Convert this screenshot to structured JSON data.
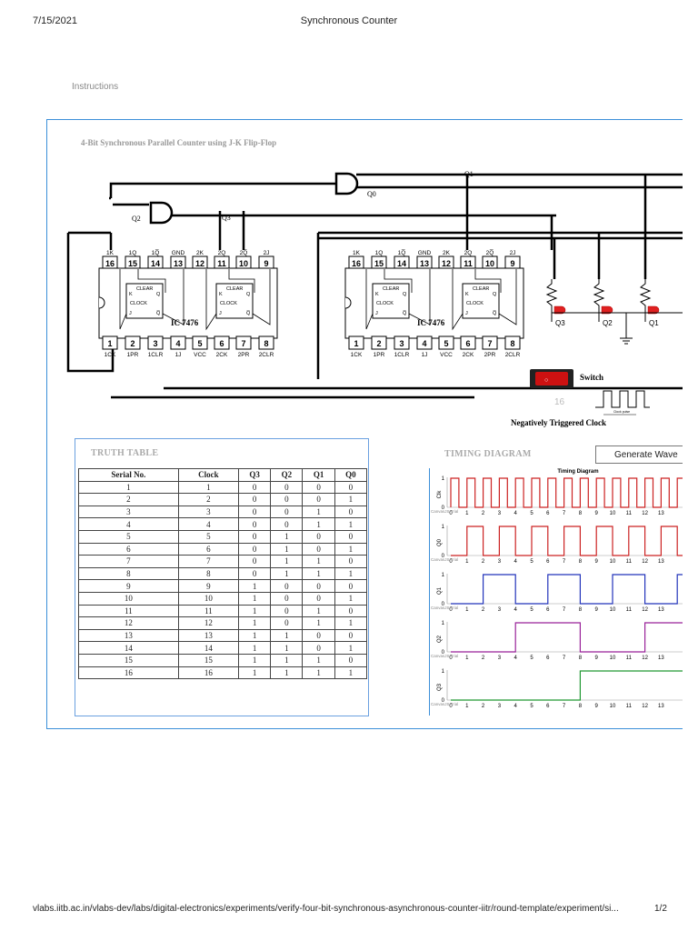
{
  "header": {
    "date": "7/15/2021",
    "title": "Synchronous Counter"
  },
  "instructions_link": "Instructions",
  "circuit": {
    "title": "4-Bit Synchronous Parallel Counter using J-K Flip-Flop",
    "ic_label": "IC 7476",
    "top_pins": [
      "16",
      "15",
      "14",
      "13",
      "12",
      "11",
      "10",
      "9"
    ],
    "top_pin_names": [
      "1K",
      "1Q",
      "1Q̅",
      "GND",
      "2K",
      "2Q",
      "2Q̅",
      "2J"
    ],
    "bottom_pins": [
      "1",
      "2",
      "3",
      "4",
      "5",
      "6",
      "7",
      "8"
    ],
    "bottom_pin_names": [
      "1CK",
      "1PR",
      "1CLR",
      "1J",
      "VCC",
      "2CK",
      "2PR",
      "2CLR"
    ],
    "ff_labels": {
      "clear": "CLEAR",
      "clock": "CLOCK",
      "j": "J",
      "k": "K",
      "q": "Q",
      "qbar": "Q̅"
    },
    "wire_labels": {
      "q0": "Q0",
      "q1": "Q1",
      "q2": "Q2",
      "q3": "Q3"
    },
    "led_labels": [
      "Q3",
      "Q2",
      "Q1"
    ],
    "switch_label": "Switch",
    "count_value": "16",
    "clock_label": "Negatively Triggered Clock",
    "clock_sub": "Clock pulse",
    "colors": {
      "wire": "#000000",
      "led": "#e02020",
      "switch": "#cc1111",
      "panel_border": "#3b8fd9"
    }
  },
  "truth_table": {
    "title": "TRUTH TABLE",
    "columns": [
      "Serial No.",
      "Clock",
      "Q3",
      "Q2",
      "Q1",
      "Q0"
    ],
    "rows": [
      [
        "1",
        "1",
        "0",
        "0",
        "0",
        "0"
      ],
      [
        "2",
        "2",
        "0",
        "0",
        "0",
        "1"
      ],
      [
        "3",
        "3",
        "0",
        "0",
        "1",
        "0"
      ],
      [
        "4",
        "4",
        "0",
        "0",
        "1",
        "1"
      ],
      [
        "5",
        "5",
        "0",
        "1",
        "0",
        "0"
      ],
      [
        "6",
        "6",
        "0",
        "1",
        "0",
        "1"
      ],
      [
        "7",
        "7",
        "0",
        "1",
        "1",
        "0"
      ],
      [
        "8",
        "8",
        "0",
        "1",
        "1",
        "1"
      ],
      [
        "9",
        "9",
        "1",
        "0",
        "0",
        "0"
      ],
      [
        "10",
        "10",
        "1",
        "0",
        "0",
        "1"
      ],
      [
        "11",
        "11",
        "1",
        "0",
        "1",
        "0"
      ],
      [
        "12",
        "12",
        "1",
        "0",
        "1",
        "1"
      ],
      [
        "13",
        "13",
        "1",
        "1",
        "0",
        "0"
      ],
      [
        "14",
        "14",
        "1",
        "1",
        "0",
        "1"
      ],
      [
        "15",
        "15",
        "1",
        "1",
        "1",
        "0"
      ],
      [
        "16",
        "16",
        "1",
        "1",
        "1",
        "1"
      ]
    ]
  },
  "timing": {
    "title": "TIMING DIAGRAM",
    "button": "Generate Wave",
    "chart_title": "Timing Diagram",
    "canvas_label": "CanvasJS Trial",
    "ticks": [
      "0",
      "1",
      "2",
      "3",
      "4",
      "5",
      "6",
      "7",
      "8",
      "9",
      "10",
      "11",
      "12",
      "13"
    ],
    "rows": [
      {
        "label": "Clk",
        "color": "#cc2222",
        "period": 0.5,
        "start": 0
      },
      {
        "label": "Q0",
        "color": "#cc2222",
        "period": 1,
        "start": 1
      },
      {
        "label": "Q1",
        "color": "#2233bb",
        "period": 2,
        "start": 2
      },
      {
        "label": "Q2",
        "color": "#992299",
        "period": 4,
        "start": 4
      },
      {
        "label": "Q3",
        "color": "#229933",
        "period": 8,
        "start": 8
      }
    ]
  },
  "footer": {
    "url": "vlabs.iitb.ac.in/vlabs-dev/labs/digital-electronics/experiments/verify-four-bit-synchronous-asynchronous-counter-iitr/round-template/experiment/si...",
    "page": "1/2"
  }
}
